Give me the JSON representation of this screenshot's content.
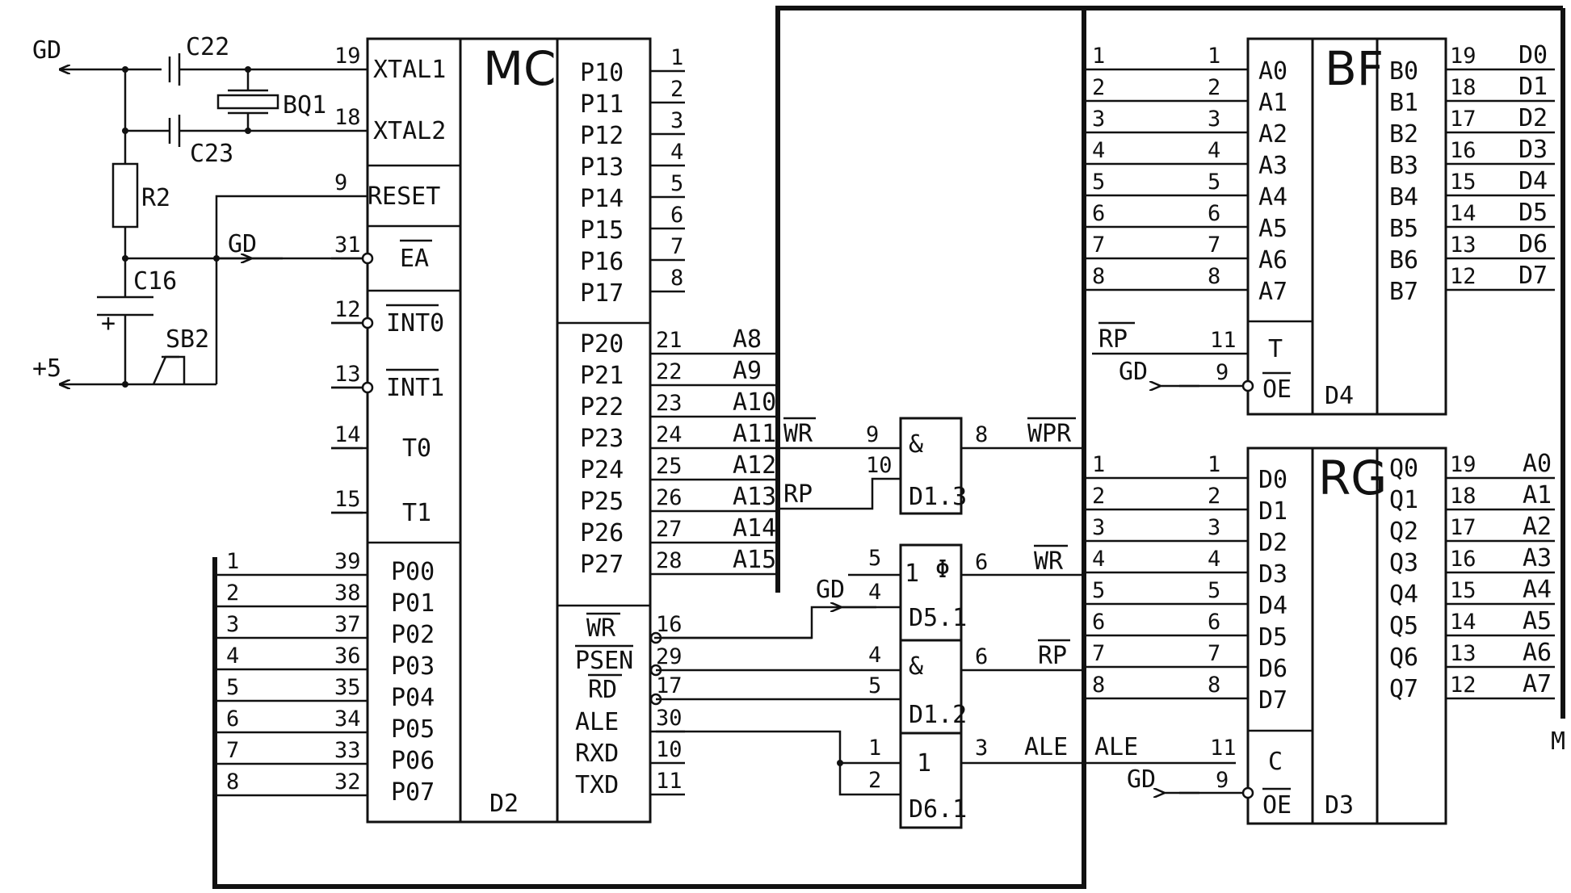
{
  "left": {
    "gd": "GD",
    "c22": "C22",
    "c23": "C23",
    "bq1": "BQ1",
    "r2": "R2",
    "c16": "C16",
    "sb2": "SB2",
    "plus5": "+5",
    "plus_sign": "+",
    "gd2": "GD"
  },
  "mc": {
    "title": "MC",
    "ref": "D2",
    "left_pins": [
      {
        "name": "XTAL1",
        "num": "19"
      },
      {
        "name": "XTAL2",
        "num": "18"
      },
      {
        "name": "RESET",
        "num": "9"
      },
      {
        "name": "EA",
        "num": "31"
      },
      {
        "name": "INT0",
        "num": "12"
      },
      {
        "name": "INT1",
        "num": "13"
      },
      {
        "name": "T0",
        "num": "14"
      },
      {
        "name": "T1",
        "num": "15"
      }
    ],
    "p0": [
      "P00",
      "P01",
      "P02",
      "P03",
      "P04",
      "P05",
      "P06",
      "P07"
    ],
    "p0_nums": [
      "39",
      "38",
      "37",
      "36",
      "35",
      "34",
      "33",
      "32"
    ],
    "bus_nums": [
      "1",
      "2",
      "3",
      "4",
      "5",
      "6",
      "7",
      "8"
    ],
    "p1": [
      "P10",
      "P11",
      "P12",
      "P13",
      "P14",
      "P15",
      "P16",
      "P17"
    ],
    "p1_nums": [
      "1",
      "2",
      "3",
      "4",
      "5",
      "6",
      "7",
      "8"
    ],
    "p2": [
      "P20",
      "P21",
      "P22",
      "P23",
      "P24",
      "P25",
      "P26",
      "P27"
    ],
    "p2_nums": [
      "21",
      "22",
      "23",
      "24",
      "25",
      "26",
      "27",
      "28"
    ],
    "p2_sigs": [
      "A8",
      "A9",
      "A10",
      "A11",
      "A12",
      "A13",
      "A14",
      "A15"
    ],
    "p3": [
      "WR",
      "PSEN",
      "RD",
      "ALE",
      "RXD",
      "TXD"
    ],
    "p3_nums": [
      "16",
      "29",
      "17",
      "30",
      "10",
      "11"
    ]
  },
  "gates": {
    "d13": {
      "sym": "&",
      "ref": "D1.3",
      "in1": "9",
      "in2": "10",
      "out": "8",
      "out_sig": "WPR",
      "wr": "WR",
      "rp": "RP"
    },
    "d51": {
      "sym": "1",
      "sym2": "Φ",
      "ref": "D5.1",
      "in1": "5",
      "in2": "4",
      "out": "6",
      "out_sig": "WR",
      "gd": "GD"
    },
    "d12": {
      "sym": "&",
      "ref": "D1.2",
      "in1": "4",
      "in2": "5",
      "out": "6",
      "out_sig": "RP"
    },
    "d61": {
      "sym": "1",
      "ref": "D6.1",
      "in1": "1",
      "in2": "2",
      "out": "3",
      "out_sig": "ALE"
    }
  },
  "bf": {
    "title": "BF",
    "ref": "D4",
    "a": [
      "A0",
      "A1",
      "A2",
      "A3",
      "A4",
      "A5",
      "A6",
      "A7"
    ],
    "b": [
      "B0",
      "B1",
      "B2",
      "B3",
      "B4",
      "B5",
      "B6",
      "B7"
    ],
    "in_nums": [
      "1",
      "2",
      "3",
      "4",
      "5",
      "6",
      "7",
      "8"
    ],
    "out_nums": [
      "19",
      "18",
      "17",
      "16",
      "15",
      "14",
      "13",
      "12"
    ],
    "d_sigs": [
      "D0",
      "D1",
      "D2",
      "D3",
      "D4",
      "D5",
      "D6",
      "D7"
    ],
    "t": "T",
    "oe": "OE",
    "t_num": "11",
    "oe_num": "9",
    "rp": "RP",
    "gd": "GD"
  },
  "rg": {
    "title": "RG",
    "ref": "D3",
    "d": [
      "D0",
      "D1",
      "D2",
      "D3",
      "D4",
      "D5",
      "D6",
      "D7"
    ],
    "q": [
      "Q0",
      "Q1",
      "Q2",
      "Q3",
      "Q4",
      "Q5",
      "Q6",
      "Q7"
    ],
    "in_nums": [
      "1",
      "2",
      "3",
      "4",
      "5",
      "6",
      "7",
      "8"
    ],
    "out_nums": [
      "19",
      "18",
      "17",
      "16",
      "15",
      "14",
      "13",
      "12"
    ],
    "a_sigs": [
      "A0",
      "A1",
      "A2",
      "A3",
      "A4",
      "A5",
      "A6",
      "A7"
    ],
    "c": "C",
    "oe": "OE",
    "c_num": "11",
    "oe_num": "9",
    "ale": "ALE",
    "gd": "GD"
  },
  "bus_label": "M"
}
